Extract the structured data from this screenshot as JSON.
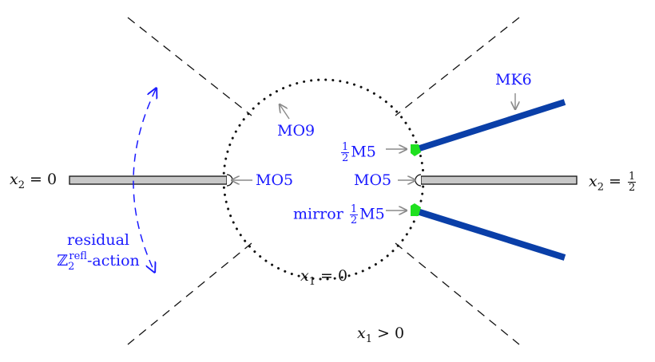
{
  "colors": {
    "annotation": "#1a1aff",
    "brane_blue": "#0a3fa8",
    "endpoint_green": "#1fe01f",
    "gray_bar": "#c8c8c8",
    "arrow_gray": "#8a8a8a",
    "line_black": "#111111"
  },
  "labels": {
    "x2_left": {
      "var": "x",
      "sub": "2",
      "rel": " = 0"
    },
    "x2_right": {
      "var": "x",
      "sub": "2",
      "rel": " = ",
      "num": "1",
      "den": "2"
    },
    "x1_circle": {
      "var": "x",
      "sub": "1",
      "rel": " = 0"
    },
    "x1_region": {
      "var": "x",
      "sub": "1",
      "rel": " > 0"
    },
    "mo9": "MO9",
    "mo5_left": "MO5",
    "mo5_right": "MO5",
    "mk6": "MK6",
    "half_m5": {
      "num": "1",
      "den": "2",
      "text": "M5"
    },
    "mirror_half_m5": {
      "prefix": "mirror ",
      "num": "1",
      "den": "2",
      "text": "M5"
    },
    "residual_line1": "residual",
    "residual_symbol": "ℤ",
    "residual_sub": "2",
    "residual_sup": "refl",
    "residual_suffix": "-action"
  }
}
